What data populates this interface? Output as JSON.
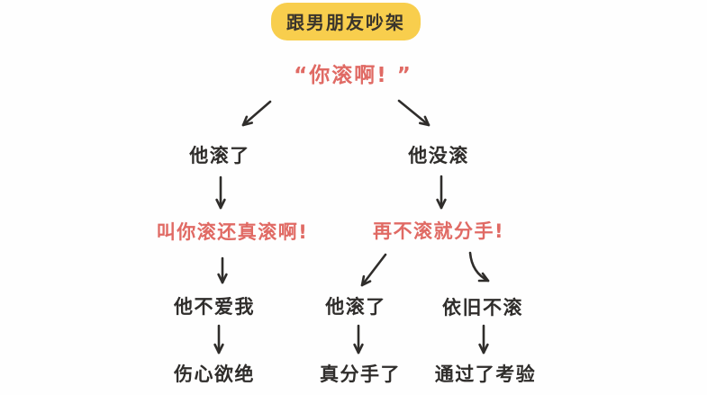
{
  "diagram": {
    "title_badge": "跟男朋友吵架",
    "quote": "“你滚啊!  ”",
    "level1": {
      "left": "他滚了",
      "right": "他没滚"
    },
    "level2": {
      "left_red": "叫你滚还真滚啊!",
      "right_red": "再不滚就分手!"
    },
    "level3": {
      "left": "他不爱我",
      "middle": "他滚了",
      "right": "依旧不滚"
    },
    "level4": {
      "left": "伤心欲绝",
      "middle": "真分手了",
      "right": "通过了考验"
    },
    "colors": {
      "background": "#fefefe",
      "badge_bg": "#f8ce4d",
      "badge_text": "#3a352c",
      "accent_red": "#e06a64",
      "text_dark": "#2f2d2b"
    }
  }
}
